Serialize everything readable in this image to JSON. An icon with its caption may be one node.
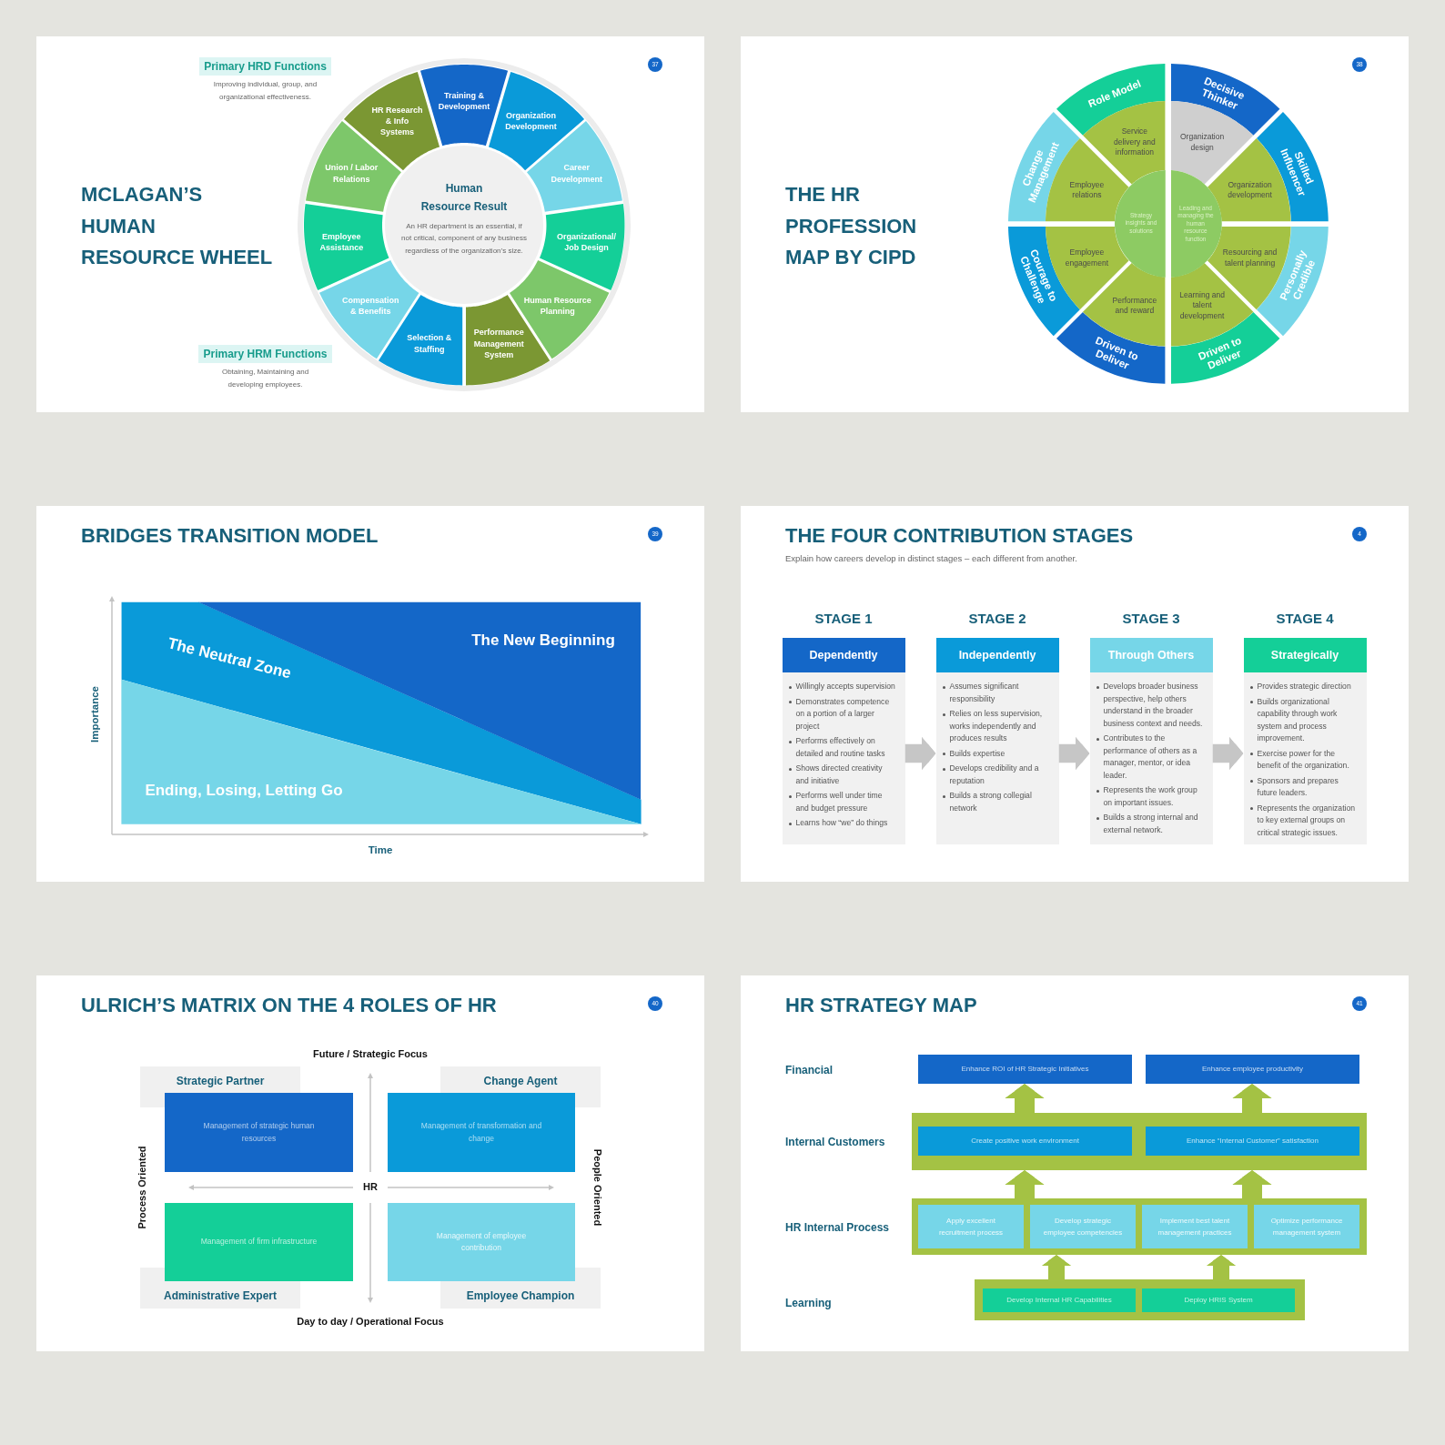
{
  "diagram": {
    "nodes": [
      {
        "text": [
          "MCLAGAN’S HUMAN RESOURCE WHEEL"
        ]
      },
      {
        "text": [
          "37"
        ],
        "in": 0
      },
      {
        "text": [
          "Primary HRD Functions",
          "Improving individual, group, and organizational effectiveness."
        ],
        "in": 0
      },
      {
        "text": [
          "Primary HRM Functions",
          "Obtaining, Maintaining and developing employees."
        ],
        "in": 0
      },
      {
        "text": [
          "Human Resource Result",
          "An HR department is an essential, if not critical, component of any business regardless of the organization’s size."
        ],
        "in": 0
      },
      {
        "text": [
          "Training & Development"
        ],
        "in": 0
      },
      {
        "text": [
          "Organization Development"
        ],
        "in": 0
      },
      {
        "text": [
          "Career Development"
        ],
        "in": 0
      },
      {
        "text": [
          "Organizational/ Job Design"
        ],
        "in": 0
      },
      {
        "text": [
          "Human Resource Planning"
        ],
        "in": 0
      },
      {
        "text": [
          "Performance Management System"
        ],
        "in": 0
      },
      {
        "text": [
          "Selection & Staffing"
        ],
        "in": 0
      },
      {
        "text": [
          "Compensation & Benefits"
        ],
        "in": 0
      },
      {
        "text": [
          "Employee Assistance"
        ],
        "in": 0
      },
      {
        "text": [
          "Union / Labor Relations"
        ],
        "in": 0
      },
      {
        "text": [
          "HR Research & Info Systems"
        ],
        "in": 0
      },
      {
        "text": [
          "THE HR PROFESSION MAP BY CIPD"
        ]
      },
      {
        "text": [
          "38"
        ],
        "in": 16
      },
      {
        "text": [
          "Role Model"
        ],
        "in": 16
      },
      {
        "text": [
          "Decisive Thinker"
        ],
        "in": 16
      },
      {
        "text": [
          "Skilled Influencer"
        ],
        "in": 16
      },
      {
        "text": [
          "Personally Credible"
        ],
        "in": 16
      },
      {
        "text": [
          "Driven to Deliver"
        ],
        "in": 16
      },
      {
        "text": [
          "Driven to Deliver"
        ],
        "in": 16
      },
      {
        "text": [
          "Courage to Challenge"
        ],
        "in": 16
      },
      {
        "text": [
          "Change Management"
        ],
        "in": 16
      },
      {
        "text": [
          "Service delivery and information"
        ],
        "in": 16
      },
      {
        "text": [
          "Organization design"
        ],
        "in": 16
      },
      {
        "text": [
          "Organization development"
        ],
        "in": 16
      },
      {
        "text": [
          "Resourcing and talent planning"
        ],
        "in": 16
      },
      {
        "text": [
          "Learning and talent development"
        ],
        "in": 16
      },
      {
        "text": [
          "Performance and reward"
        ],
        "in": 16
      },
      {
        "text": [
          "Employee engagement"
        ],
        "in": 16
      },
      {
        "text": [
          "Employee relations"
        ],
        "in": 16
      },
      {
        "text": [
          "Strategy insights and solutions"
        ],
        "in": 16
      },
      {
        "text": [
          "Leading and managing the human resource function"
        ],
        "in": 16
      },
      {
        "text": [
          "BRIDGES TRANSITION MODEL"
        ]
      },
      {
        "text": [
          "39"
        ],
        "in": 36
      },
      {
        "text": [
          "The Neutral Zone"
        ],
        "in": 36
      },
      {
        "text": [
          "The New Beginning"
        ],
        "in": 36
      },
      {
        "text": [
          "Ending, Losing, Letting Go"
        ],
        "in": 36
      },
      {
        "text": [
          "THE FOUR CONTRIBUTION STAGES",
          "Explain how careers develop in distinct stages – each different from another."
        ]
      },
      {
        "text": [
          "4"
        ],
        "in": 41
      },
      {
        "text": [
          "STAGE 1",
          "Dependently"
        ],
        "in": 41
      },
      {
        "text": [
          "Willingly accepts supervision",
          "Demonstrates competence on a portion of a larger project",
          "Performs effectively on detailed and routine tasks",
          "Shows directed creativity and initiative",
          "Performs well under time and budget pressure",
          "Learns how “we” do things"
        ],
        "in": 41
      },
      {
        "text": [
          "STAGE 2",
          "Independently"
        ],
        "in": 41
      },
      {
        "text": [
          "Assumes significant responsibility",
          "Relies on less supervision, works independently and produces results",
          "Builds expertise",
          "Develops credibility and a reputation",
          "Builds a strong collegial network"
        ],
        "in": 41
      },
      {
        "text": [
          "STAGE 3",
          "Through Others"
        ],
        "in": 41
      },
      {
        "text": [
          "Develops broader business perspective, help others understand in the broader business context and needs.",
          "Contributes to the performance of others as a manager, mentor, or idea leader.",
          "Represents the work group on important issues.",
          "Builds a strong internal and external network."
        ],
        "in": 41
      },
      {
        "text": [
          "STAGE 4",
          "Strategically"
        ],
        "in": 41
      },
      {
        "text": [
          "Provides strategic direction",
          "Builds organizational capability through work system and process improvement.",
          "Exercise power for the benefit of the organization.",
          "Sponsors and prepares future leaders.",
          "Represents the organization to key external groups on critical strategic issues."
        ],
        "in": 41
      },
      {
        "text": [
          "ULRICH’S MATRIX ON THE 4 ROLES OF HR"
        ]
      },
      {
        "text": [
          "40"
        ],
        "in": 51
      },
      {
        "text": [
          "Strategic Partner"
        ],
        "in": 51
      },
      {
        "text": [
          "Change Agent"
        ],
        "in": 51
      },
      {
        "text": [
          "Management of strategic human resources"
        ],
        "in": 51
      },
      {
        "text": [
          "Management of transformation and change"
        ],
        "in": 51
      },
      {
        "text": [
          "Management of firm infrastructure"
        ],
        "in": 51
      },
      {
        "text": [
          "Management of employee contribution"
        ],
        "in": 51
      },
      {
        "text": [
          "Administrative Expert"
        ],
        "in": 51
      },
      {
        "text": [
          "Employee Champion"
        ],
        "in": 51
      },
      {
        "text": [
          "HR STRATEGY MAP"
        ]
      },
      {
        "text": [
          "41"
        ],
        "in": 61
      },
      {
        "text": [
          "Enhance ROI of HR Strategic Initiatives"
        ],
        "in": 61
      },
      {
        "text": [
          "Enhance employee productivity"
        ],
        "in": 61
      },
      {
        "text": [],
        "shape": "box",
        "in": 61
      },
      {
        "text": [
          "Create positive work environment"
        ],
        "in": 65
      },
      {
        "text": [
          "Enhance “Internal Customer” satisfaction"
        ],
        "in": 65
      },
      {
        "text": [],
        "shape": "box",
        "in": 61
      },
      {
        "text": [
          "Apply excellent recruitment process"
        ],
        "in": 68
      },
      {
        "text": [
          "Develop strategic employee competencies"
        ],
        "in": 68
      },
      {
        "text": [
          "Implement best talent management practices"
        ],
        "in": 68
      },
      {
        "text": [
          "Optimize performance management system"
        ],
        "in": 68
      },
      {
        "text": [],
        "shape": "box",
        "in": 61
      },
      {
        "text": [
          "Develop Internal HR Capabilities"
        ],
        "in": 73
      },
      {
        "text": [
          "Deploy HRIS System"
        ],
        "in": 73
      }
    ],
    "edges": [
      {
        "from": 44,
        "to": 46,
        "arrow": "to",
        "color": "#c6c6c6"
      },
      {
        "from": 46,
        "to": 48,
        "arrow": "to",
        "color": "#c6c6c6"
      },
      {
        "from": 48,
        "to": 50,
        "arrow": "to",
        "color": "#c6c6c6"
      },
      {
        "from": 65,
        "to": 63,
        "arrow": "to"
      },
      {
        "from": 65,
        "to": 64,
        "arrow": "to"
      },
      {
        "from": 68,
        "to": 65,
        "arrow": "to"
      },
      {
        "from": 68,
        "to": 65,
        "arrow": "to"
      },
      {
        "from": 73,
        "to": 68,
        "arrow": "to"
      },
      {
        "from": 73,
        "to": 68,
        "arrow": "to"
      }
    ],
    "labels": [
      "Importance",
      "Time",
      "Future / Strategic Focus",
      "Process Oriented",
      "HR",
      "People Oriented",
      "Day to day / Operational Focus",
      "Financial",
      "Internal Customers",
      "HR Internal Process",
      "Learning"
    ]
  }
}
